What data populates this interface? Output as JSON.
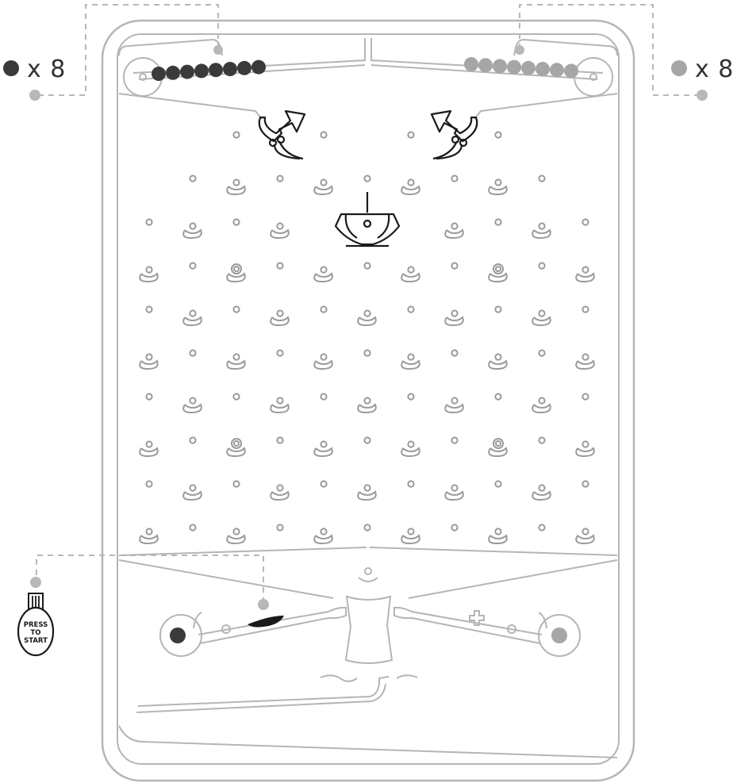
{
  "players": {
    "left": {
      "count_text": "x 8",
      "ball_color": "#3a3a3a",
      "balls": 8
    },
    "right": {
      "count_text": "x 8",
      "ball_color": "#a6a6a6",
      "balls": 8
    }
  },
  "start_button": {
    "line1": "PRESS",
    "line2": "TO",
    "line3": "START"
  },
  "colors": {
    "outline": "#b5b5b5",
    "peg": "#9a9a9a",
    "dark": "#1a1a1a",
    "callout": "#b8b8b8"
  },
  "icons": {
    "launcher_left": "curved-arrow-icon",
    "launcher_right": "curved-arrow-icon",
    "target": "cup-target-icon",
    "start": "press-to-start-button-icon"
  }
}
